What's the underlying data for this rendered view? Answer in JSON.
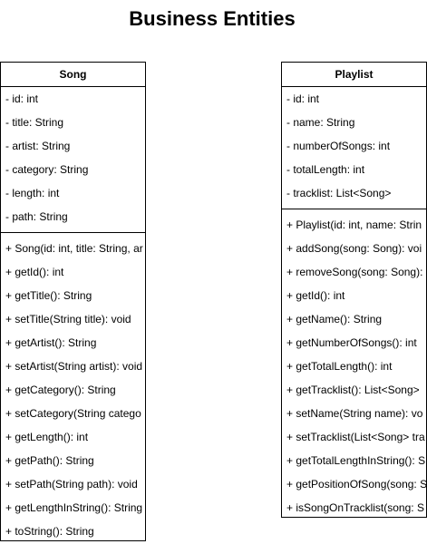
{
  "title": "Business Entities",
  "classes": {
    "song": {
      "name": "Song",
      "attributes": [
        "- id: int",
        "- title: String",
        "- artist: String",
        "- category: String",
        "- length: int",
        "- path: String"
      ],
      "methods": [
        "+ Song(id: int, title: String, ar",
        "+ getId(): int",
        "+ getTitle(): String",
        "+ setTitle(String title): void",
        "+ getArtist(): String",
        "+ setArtist(String artist): void",
        "+ getCategory(): String",
        "+ setCategory(String catego",
        "+ getLength(): int",
        "+ getPath(): String",
        "+ setPath(String path): void",
        "+ getLengthInString(): String",
        "+ toString(): String"
      ]
    },
    "playlist": {
      "name": "Playlist",
      "attributes": [
        "- id: int",
        "- name: String",
        "- numberOfSongs: int",
        "- totalLength: int",
        "- tracklist: List<Song>"
      ],
      "methods": [
        "+ Playlist(id: int, name: Strin",
        "+ addSong(song: Song): voi",
        "+ removeSong(song: Song):",
        "+ getId(): int",
        "+ getName(): String",
        "+ getNumberOfSongs(): int",
        "+ getTotalLength(): int",
        "+ getTracklist(): List<Song>",
        "+ setName(String name): vo",
        "+ setTracklist(List<Song> tra",
        "+ getTotalLengthInString(): S",
        "+ getPositionOfSong(song: S",
        "+ isSongOnTracklist(song: S"
      ]
    }
  }
}
